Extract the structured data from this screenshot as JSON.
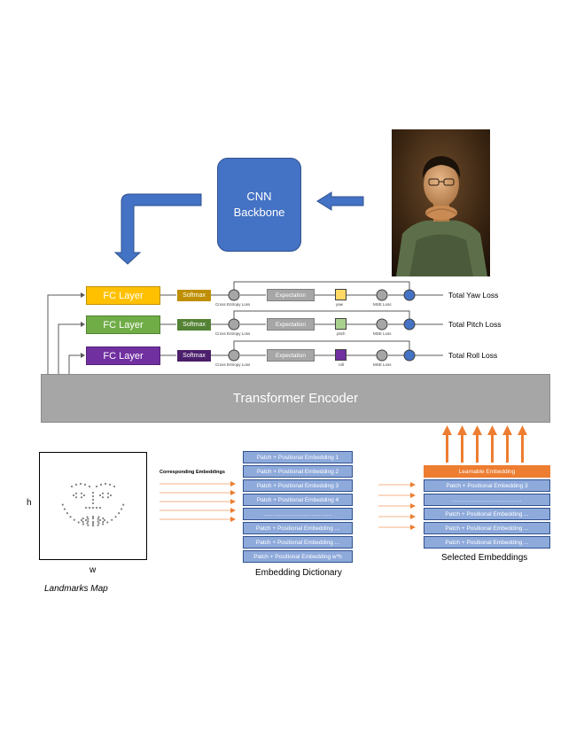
{
  "cnn": {
    "label_line1": "CNN",
    "label_line2": "Backbone"
  },
  "heads": [
    {
      "fc": "FC Layer",
      "softmax": "Softmax",
      "ce": "Cross Entropy Loss",
      "expectation": "Expectation",
      "angle": "yaw",
      "mse": "MSE Loss",
      "total": "Total Yaw Loss",
      "color": "#ffc000",
      "smax_color": "#bf8f00",
      "angle_color": "#ffd966"
    },
    {
      "fc": "FC Layer",
      "softmax": "Softmax",
      "ce": "Cross Entropy Loss",
      "expectation": "Expectation",
      "angle": "pitch",
      "mse": "MSE Loss",
      "total": "Total Pitch Loss",
      "color": "#70ad47",
      "smax_color": "#548235",
      "angle_color": "#a9d18e"
    },
    {
      "fc": "FC Layer",
      "softmax": "Softmax",
      "ce": "Cross Entropy Loss",
      "expectation": "Expectation",
      "angle": "roll",
      "mse": "MSE Loss",
      "total": "Total Roll Loss",
      "color": "#7030a0",
      "smax_color": "#4b1f6b",
      "angle_color": "#7030a0"
    }
  ],
  "transformer": "Transformer Encoder",
  "landmarks": {
    "h": "h",
    "w": "w",
    "caption": "Landmarks Map"
  },
  "corresponding": "Corresponding Embeddings",
  "dictionary": {
    "cells": [
      "Patch + Positional Embedding 1",
      "Patch + Positional Embedding 2",
      "Patch + Positional Embedding 3",
      "Patch + Positional Embedding 4",
      "………………………………",
      "Patch + Positional Embedding ...",
      "Patch + Positional Embedding ...",
      "Patch + Positional Embedding w*h"
    ],
    "caption": "Embedding Dictionary"
  },
  "selected": {
    "learnable": "Learnable  Embedding",
    "cells": [
      "Patch + Positional Embedding 3",
      "………………………………",
      "Patch + Positional Embedding ...",
      "Patch + Positional Embedding ...",
      "Patch + Positional Embedding ..."
    ],
    "caption": "Selected Embeddings"
  },
  "colors": {
    "blue": "#4472c4",
    "orange": "#ed7d31",
    "gray": "#a6a6a6",
    "cell": "#8eaadb"
  }
}
